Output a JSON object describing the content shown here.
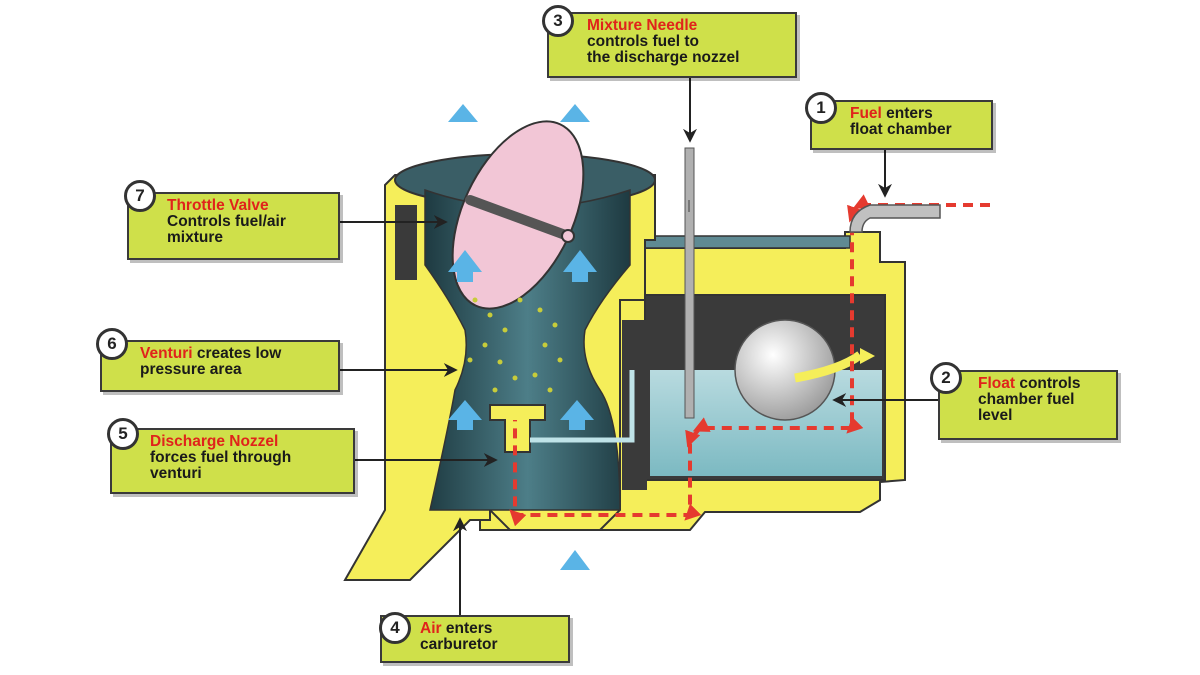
{
  "labels": [
    {
      "number": "1",
      "keyword": "Fuel",
      "line1_rest": " enters",
      "line2": "float chamber",
      "line3": ""
    },
    {
      "number": "2",
      "keyword": "Float",
      "line1_rest": " controls",
      "line2": "chamber fuel",
      "line3": "level"
    },
    {
      "number": "3",
      "keyword": "Mixture Needle",
      "line1_rest": "",
      "line2": "controls fuel to",
      "line3": "the discharge nozzel"
    },
    {
      "number": "4",
      "keyword": "Air",
      "line1_rest": " enters",
      "line2": "carburetor",
      "line3": ""
    },
    {
      "number": "5",
      "keyword": "Discharge Nozzel",
      "line1_rest": "",
      "line2": "forces fuel through",
      "line3": "venturi"
    },
    {
      "number": "6",
      "keyword": "Venturi",
      "line1_rest": " creates low",
      "line2": "pressure area",
      "line3": ""
    },
    {
      "number": "7",
      "keyword": "Throttle Valve",
      "line1_rest": "",
      "line2": "Controls fuel/air",
      "line3": "mixture"
    }
  ],
  "colors": {
    "label_fill": "#cfe04a",
    "keyword": "#e0231b",
    "body_yellow": "#f5ee5a",
    "chamber_teal": "#2f5a63",
    "fuel_arrow": "#e53a2f",
    "air_arrow": "#5ab4e6",
    "float_ball": "#e8e8e8",
    "throttle_plate": "#f2c6d6"
  }
}
